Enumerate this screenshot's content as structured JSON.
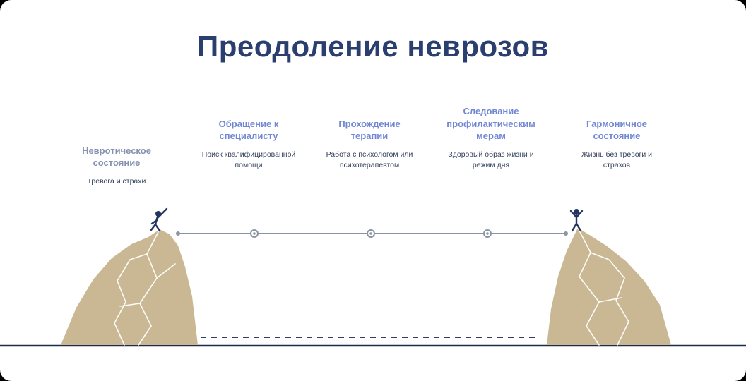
{
  "title": "Преодоление неврозов",
  "stages": [
    {
      "label": "Невротическое состояние",
      "description": "Тревога и страхи"
    },
    {
      "label": "Обращение к специалисту",
      "description": "Поиск квалифицированной помощи"
    },
    {
      "label": "Прохождение терапии",
      "description": "Работа с психологом или психотерапевтом"
    },
    {
      "label": "Следование профилактическим мерам",
      "description": "Здоровый образ жизни и режим дня"
    },
    {
      "label": "Гармоничное состояние",
      "description": "Жизнь без тревоги и страхов"
    }
  ],
  "scene": {
    "rope_milestones": 3,
    "icons": {
      "climber": "stick-figure-climbing-left-peak",
      "celebrating_person": "stick-figure-arms-raised-right-peak",
      "rope_knot": "small-circle-marker-on-rope",
      "mountain": "tan-faceted-rock"
    }
  },
  "colors": {
    "title": "#2a3f6f",
    "stage_label": "#7287d4",
    "stage_label_muted": "#8593b0",
    "description": "#33415c",
    "mountain": "#c9b893",
    "rope": "#8b93a5",
    "figure": "#23355e",
    "dashed_path": "#2b3d6b",
    "ground": "#1f2d4d"
  }
}
